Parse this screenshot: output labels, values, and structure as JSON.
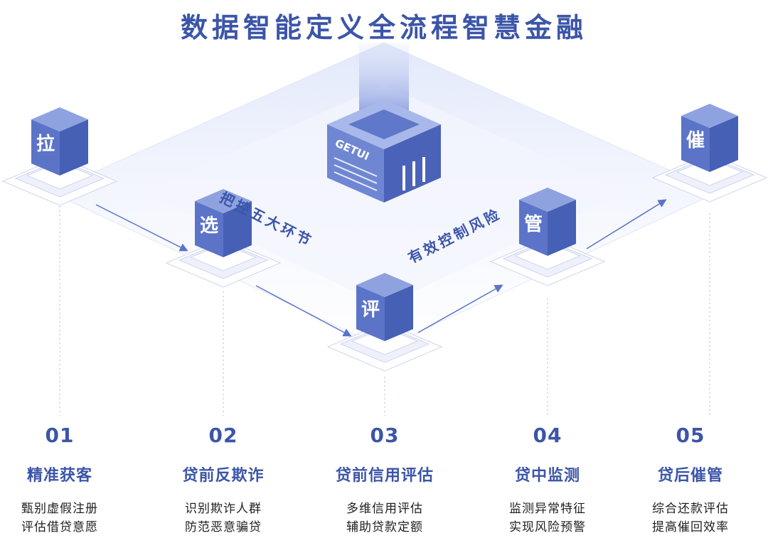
{
  "title": "数据智能定义全流程智慧金融",
  "center": {
    "logo": "GETUI"
  },
  "tags": {
    "left": "把控五大环节",
    "right": "有效控制风险"
  },
  "steps": [
    {
      "num": "01",
      "char": "拉",
      "name": "精准获客",
      "desc": [
        "甄别虚假注册",
        "评估借贷意愿"
      ]
    },
    {
      "num": "02",
      "char": "选",
      "name": "贷前反欺诈",
      "desc": [
        "识别欺诈人群",
        "防范恶意骗贷"
      ]
    },
    {
      "num": "03",
      "char": "评",
      "name": "贷前信用评估",
      "desc": [
        "多维信用评估",
        "辅助贷款定额"
      ]
    },
    {
      "num": "04",
      "char": "管",
      "name": "贷中监测",
      "desc": [
        "监测异常特征",
        "实现风险预警"
      ]
    },
    {
      "num": "05",
      "char": "催",
      "name": "贷后催管",
      "desc": [
        "综合还款评估",
        "提高催回效率"
      ]
    }
  ],
  "colors": {
    "brand": "#3b55a8",
    "box": "#5b74c8",
    "box_light": "#8fa2e0",
    "platform": "#eef1fb"
  }
}
